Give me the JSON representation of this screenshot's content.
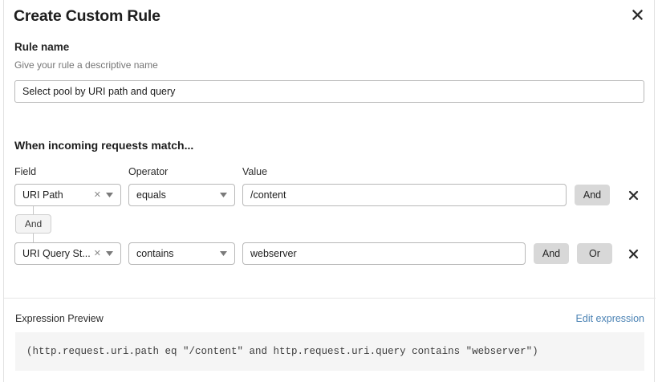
{
  "dialog": {
    "title": "Create Custom Rule",
    "close_icon": "close-icon"
  },
  "rule_name": {
    "label": "Rule name",
    "hint": "Give your rule a descriptive name",
    "value": "Select pool by URI path and query",
    "placeholder": ""
  },
  "match_section": {
    "title": "When incoming requests match...",
    "columns": {
      "field": "Field",
      "operator": "Operator",
      "value": "Value"
    },
    "group_connector_label": "And",
    "rows": [
      {
        "field": "URI Path",
        "operator": "equals",
        "value": "/content",
        "and_label": "And",
        "clear_icon": "clear-x-icon",
        "chevron_icon": "chevron-down-icon",
        "delete_icon": "delete-x-icon"
      },
      {
        "field": "URI Query St...",
        "operator": "contains",
        "value": "webserver",
        "and_label": "And",
        "or_label": "Or",
        "clear_icon": "clear-x-icon",
        "chevron_icon": "chevron-down-icon",
        "delete_icon": "delete-x-icon"
      }
    ]
  },
  "expression_preview": {
    "label": "Expression Preview",
    "edit_link": "Edit expression",
    "code": "(http.request.uri.path eq \"/content\" and http.request.uri.query contains \"webserver\")"
  },
  "colors": {
    "link": "#4a82b4",
    "logic_button_bg": "#d8d8d8",
    "code_bg": "#f5f5f5",
    "border": "#b8b8b8"
  }
}
